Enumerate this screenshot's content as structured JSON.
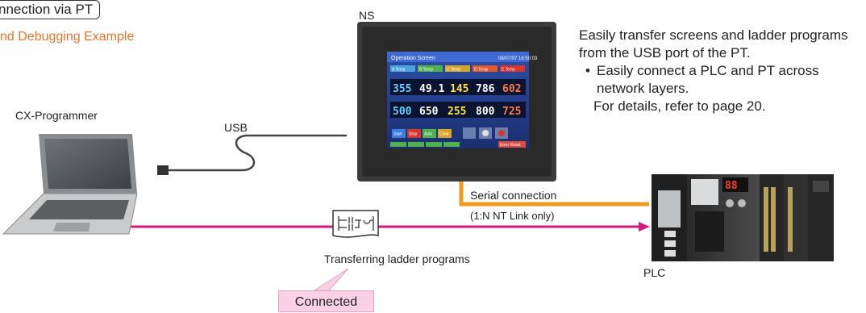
{
  "header": {
    "title": "nnection via PT",
    "subtitle": "nd Debugging Example"
  },
  "labels": {
    "pt": "NS",
    "computer": "CX-Programmer",
    "usb": "USB",
    "serial": "Serial connection",
    "serial_note": "(1:N NT Link only)",
    "transfer": "Transferring ladder programs",
    "plc": "PLC",
    "callout": "Connected"
  },
  "description": {
    "main": "Easily transfer screens and ladder programs from the USB port of the PT.",
    "bullet": "Easily connect a PLC and PT across network layers.",
    "note": "For details, refer to page 20."
  },
  "screen": {
    "title": "Operation Screen",
    "datetime": "08/07/07 16:50:03",
    "tabs": [
      "A Temp",
      "B Temp",
      "C Temp",
      "D Temp",
      "E Temp"
    ],
    "row1": [
      "355",
      "49.1",
      "145",
      "786",
      "602"
    ],
    "row2": [
      "500",
      "650",
      "255",
      "800",
      "725"
    ],
    "buttons": [
      "Start",
      "Stop",
      "Auto",
      "Clear"
    ],
    "error_reset": "Error Reset"
  },
  "plc_display": "88",
  "colors": {
    "serial_line": "#f39a1e",
    "network_line": "#d6197f",
    "callout_fill": "#f9d0e4",
    "subtitle": "#e8742c"
  }
}
